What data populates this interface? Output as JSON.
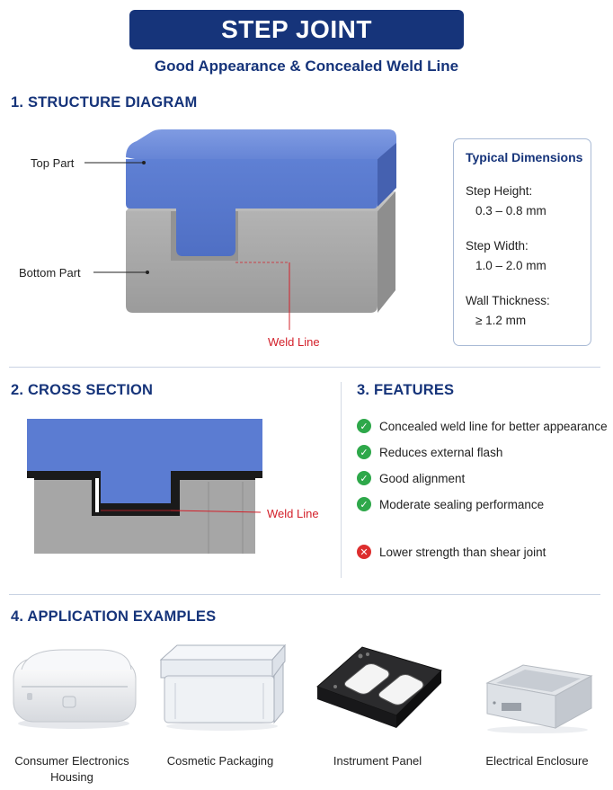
{
  "header": {
    "title": "STEP JOINT",
    "subtitle": "Good Appearance & Concealed Weld Line"
  },
  "structure": {
    "heading": "1. STRUCTURE DIAGRAM",
    "top_part_label": "Top Part",
    "bottom_part_label": "Bottom Part",
    "weld_line_label": "Weld Line"
  },
  "dimensions": {
    "title": "Typical Dimensions",
    "items": [
      {
        "label": "Step Height:",
        "value": "0.3  –  0.8 mm"
      },
      {
        "label": "Step Width:",
        "value": "1.0  –  2.0 mm"
      },
      {
        "label": "Wall Thickness:",
        "value": "≥ 1.2 mm"
      }
    ]
  },
  "cross_section": {
    "heading": "2. CROSS SECTION",
    "weld_line_label": "Weld Line"
  },
  "features": {
    "heading": "3. FEATURES",
    "items": [
      {
        "text": "Concealed weld line for better appearance",
        "status": "pro"
      },
      {
        "text": "Reduces external flash",
        "status": "pro"
      },
      {
        "text": "Good alignment",
        "status": "pro"
      },
      {
        "text": "Moderate sealing performance",
        "status": "pro"
      },
      {
        "text": "Lower strength than shear joint",
        "status": "con"
      }
    ]
  },
  "applications": {
    "heading": "4. APPLICATION EXAMPLES",
    "items": [
      {
        "line1": "Consumer Electronics",
        "line2": "Housing"
      },
      {
        "line1": "Cosmetic Packaging",
        "line2": ""
      },
      {
        "line1": "Instrument Panel",
        "line2": ""
      },
      {
        "line1": "Electrical Enclosure",
        "line2": ""
      }
    ]
  },
  "colors": {
    "navy": "#16347a",
    "blue_part": "#5b7cd2",
    "gray_part": "#a8a8a8",
    "weld_red": "#d3202a",
    "check_green": "#2ea84a",
    "cross_red": "#dd2e2e"
  }
}
